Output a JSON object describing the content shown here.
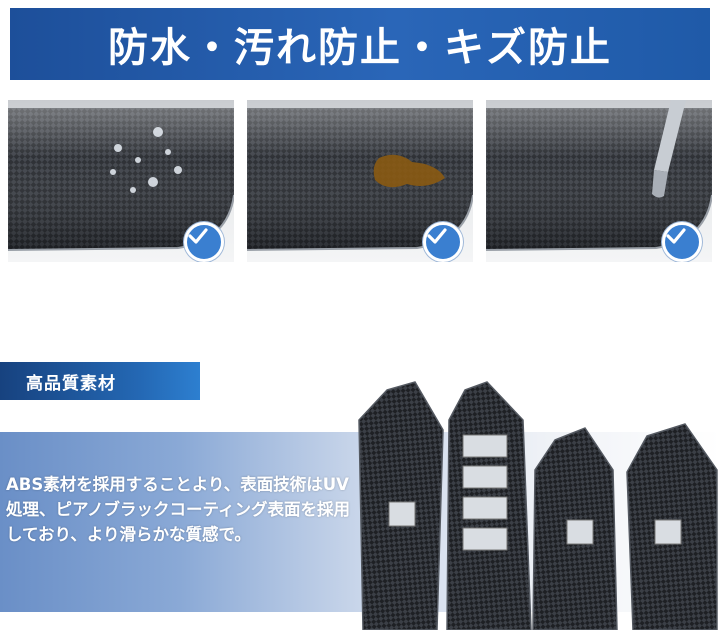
{
  "banner": {
    "title": "防水・汚れ防止・キズ防止"
  },
  "features": [
    {
      "name": "waterproof",
      "checked": true
    },
    {
      "name": "stain-proof",
      "checked": true
    },
    {
      "name": "scratch-proof",
      "checked": true
    }
  ],
  "section": {
    "label": "高品質素材"
  },
  "description": "ABS素材を採用することより、表面技術はUV処理、ピアノブラックコーティング表面を採用しており、より滑らかな質感で。",
  "colors": {
    "accent_blue": "#2a66b8",
    "check_blue": "#3a7fd0",
    "carbon": "#1e2024"
  }
}
